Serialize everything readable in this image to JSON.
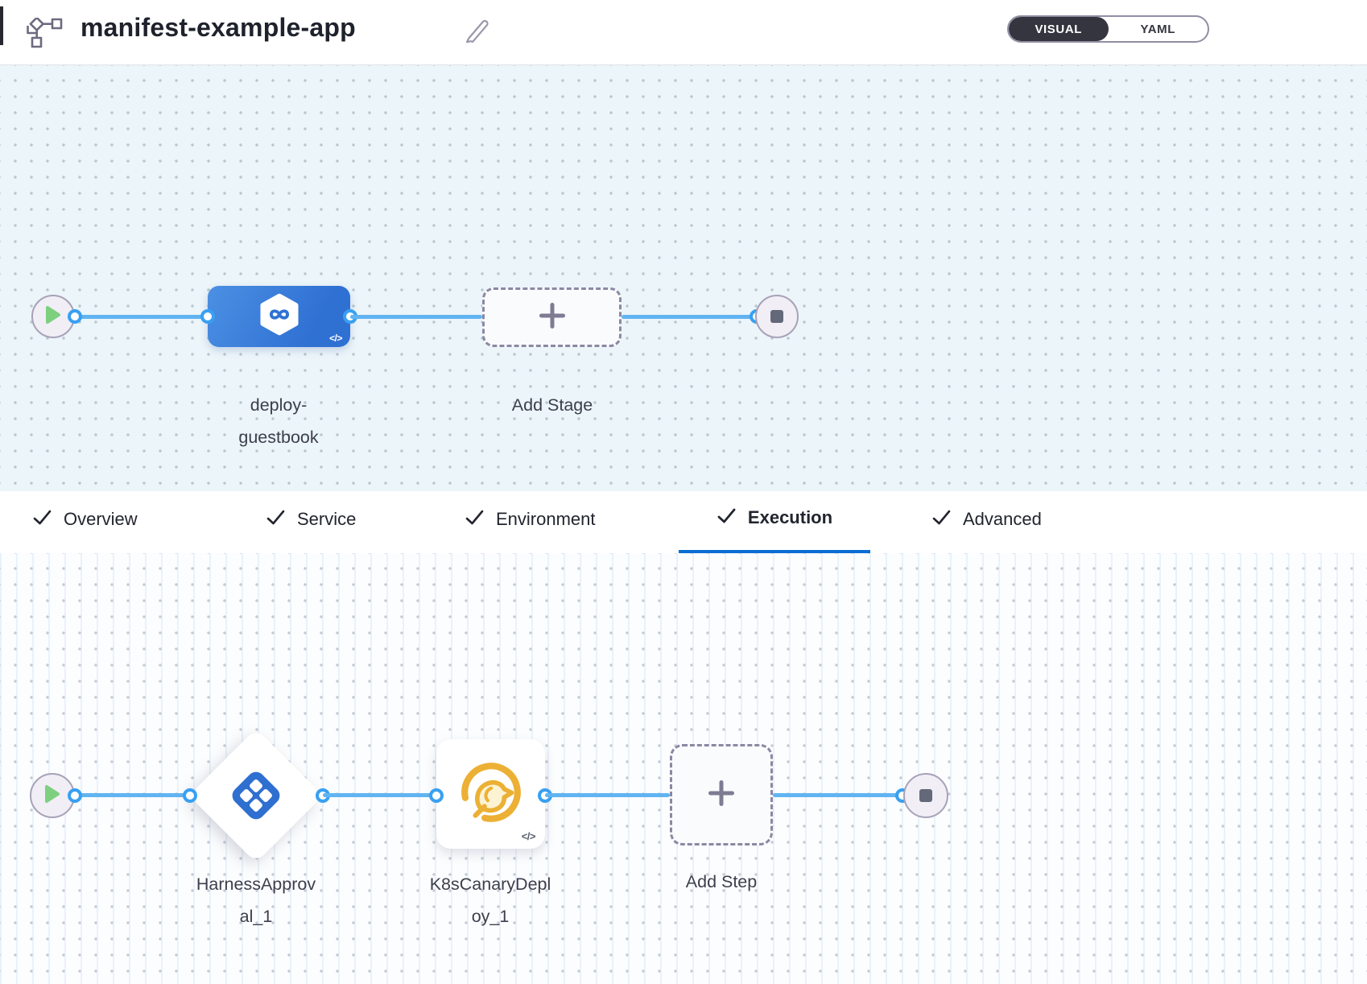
{
  "header": {
    "title": "manifest-example-app",
    "view_toggle": {
      "visual_label": "VISUAL",
      "yaml_label": "YAML",
      "selected": "VISUAL"
    }
  },
  "stage_pipeline": {
    "stage_label_lines": [
      "deploy-",
      "guestbook"
    ],
    "stage_code_badge": "</>",
    "add_stage_label": "Add Stage"
  },
  "tabs": {
    "items": [
      {
        "label": "Overview",
        "checked": true,
        "active": false
      },
      {
        "label": "Service",
        "checked": true,
        "active": false
      },
      {
        "label": "Environment",
        "checked": true,
        "active": false
      },
      {
        "label": "Execution",
        "checked": true,
        "active": true
      },
      {
        "label": "Advanced",
        "checked": true,
        "active": false
      }
    ]
  },
  "execution_pipeline": {
    "approval_step_label_lines": [
      "HarnessApprov",
      "al_1"
    ],
    "canary_step_label_lines": [
      "K8sCanaryDepl",
      "oy_1"
    ],
    "canary_code_badge": "</>",
    "add_step_label": "Add Step"
  },
  "colors": {
    "accent_blue": "#0a6ed1",
    "connector_blue": "#61b4f1",
    "stage_node_blue": "#3b82dc",
    "approval_icon_blue": "#2e6fd0",
    "canary_icon_amber": "#ecb034",
    "play_green": "#7ed07f",
    "toggle_dark": "#34353f"
  }
}
